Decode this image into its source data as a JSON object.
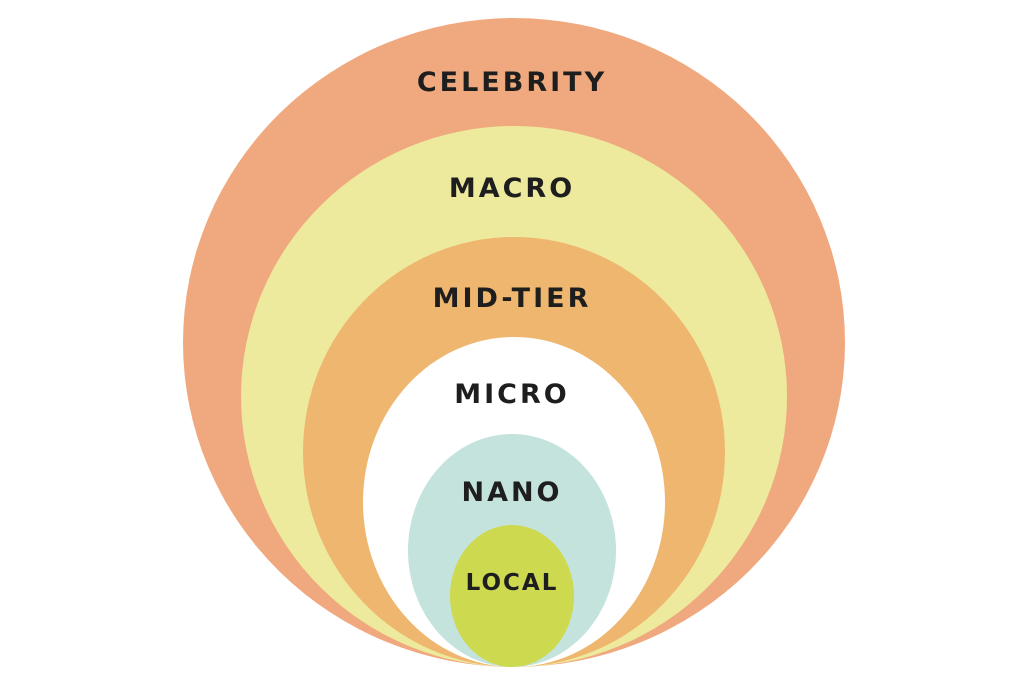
{
  "diagram": {
    "type": "nested-circles",
    "tiers": [
      {
        "label": "CELEBRITY",
        "color": "#f0a97e"
      },
      {
        "label": "MACRO",
        "color": "#ede99d"
      },
      {
        "label": "MID-TIER",
        "color": "#eeb66e"
      },
      {
        "label": "MICRO",
        "color": "#ffffff"
      },
      {
        "label": "NANO",
        "color": "#c3e3dc"
      },
      {
        "label": "LOCAL",
        "color": "#cdd94f"
      }
    ]
  }
}
